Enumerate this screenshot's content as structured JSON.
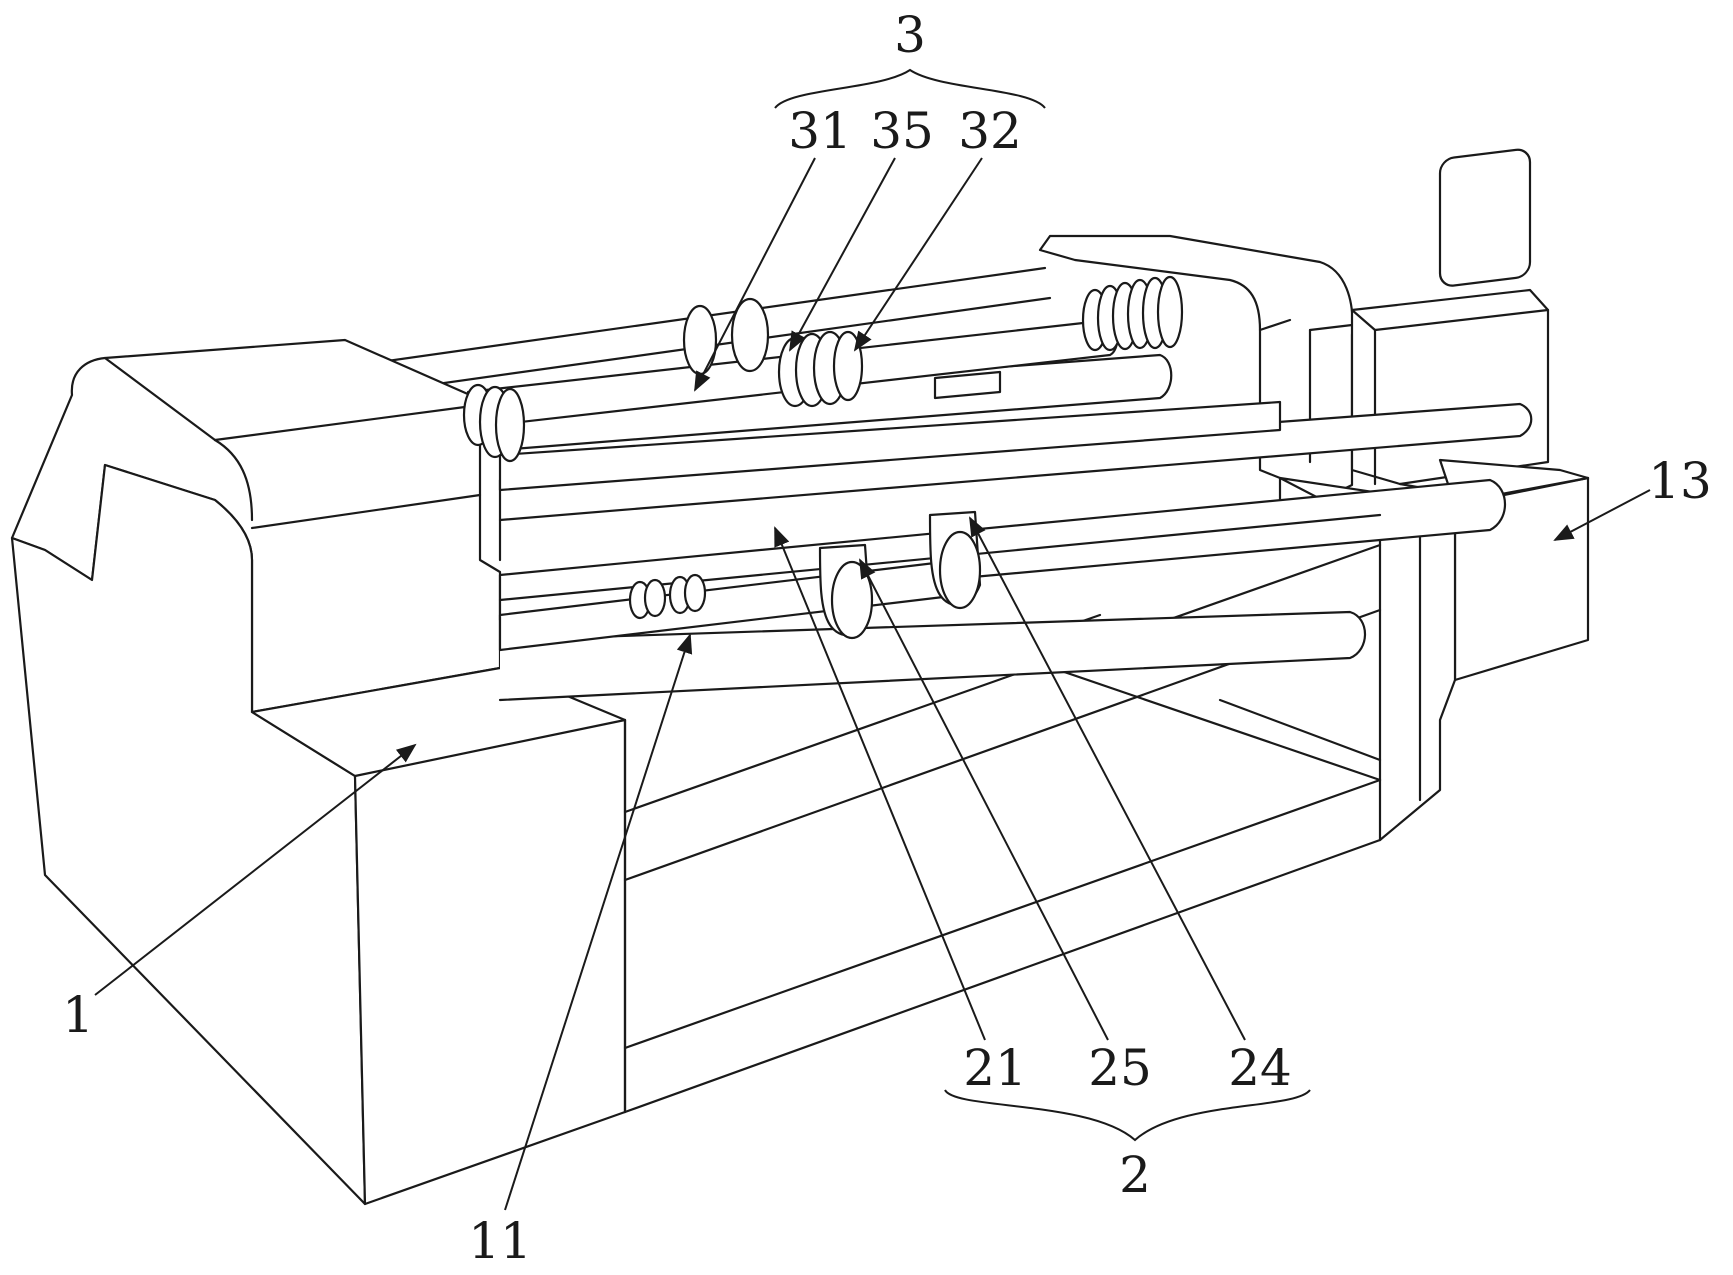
{
  "figure": {
    "labels": {
      "l1": "1",
      "l2": "2",
      "l3": "3",
      "l11": "11",
      "l13": "13",
      "l21": "21",
      "l24": "24",
      "l25": "25",
      "l31": "31",
      "l32": "32",
      "l35": "35"
    },
    "line_color": "#1a1a1a",
    "background": "#ffffff"
  }
}
